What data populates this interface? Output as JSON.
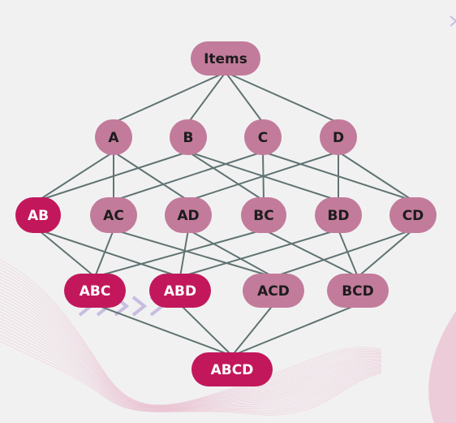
{
  "colors": {
    "background": "#f2f1f2",
    "node_fill": "#c27b9b",
    "highlight_fill": "#c2185b",
    "edge": "#5f7372",
    "decor_wave": "#e8b4c8",
    "decor_chevron": "#c8bde0"
  },
  "nodes": [
    {
      "id": "items",
      "label": "Items",
      "highlight": false
    },
    {
      "id": "A",
      "label": "A",
      "highlight": false
    },
    {
      "id": "B",
      "label": "B",
      "highlight": false
    },
    {
      "id": "C",
      "label": "C",
      "highlight": false
    },
    {
      "id": "D",
      "label": "D",
      "highlight": false
    },
    {
      "id": "AB",
      "label": "AB",
      "highlight": true
    },
    {
      "id": "AC",
      "label": "AC",
      "highlight": false
    },
    {
      "id": "AD",
      "label": "AD",
      "highlight": false
    },
    {
      "id": "BC",
      "label": "BC",
      "highlight": false
    },
    {
      "id": "BD",
      "label": "BD",
      "highlight": false
    },
    {
      "id": "CD",
      "label": "CD",
      "highlight": false
    },
    {
      "id": "ABC",
      "label": "ABC",
      "highlight": true
    },
    {
      "id": "ABD",
      "label": "ABD",
      "highlight": true
    },
    {
      "id": "ACD",
      "label": "ACD",
      "highlight": false
    },
    {
      "id": "BCD",
      "label": "BCD",
      "highlight": false
    },
    {
      "id": "ABCD",
      "label": "ABCD",
      "highlight": true
    }
  ],
  "edges": [
    [
      "items",
      "A"
    ],
    [
      "items",
      "B"
    ],
    [
      "items",
      "C"
    ],
    [
      "items",
      "D"
    ],
    [
      "A",
      "AB"
    ],
    [
      "A",
      "AC"
    ],
    [
      "A",
      "AD"
    ],
    [
      "B",
      "AB"
    ],
    [
      "B",
      "BC"
    ],
    [
      "B",
      "BD"
    ],
    [
      "C",
      "AC"
    ],
    [
      "C",
      "BC"
    ],
    [
      "C",
      "CD"
    ],
    [
      "D",
      "AD"
    ],
    [
      "D",
      "BD"
    ],
    [
      "D",
      "CD"
    ],
    [
      "AB",
      "ABC"
    ],
    [
      "AB",
      "ABD"
    ],
    [
      "AC",
      "ABC"
    ],
    [
      "AC",
      "ACD"
    ],
    [
      "AD",
      "ABD"
    ],
    [
      "AD",
      "ACD"
    ],
    [
      "BC",
      "ABC"
    ],
    [
      "BC",
      "BCD"
    ],
    [
      "BD",
      "ABD"
    ],
    [
      "BD",
      "BCD"
    ],
    [
      "CD",
      "ACD"
    ],
    [
      "CD",
      "BCD"
    ],
    [
      "ABC",
      "ABCD"
    ],
    [
      "ABD",
      "ABCD"
    ],
    [
      "ACD",
      "ABCD"
    ],
    [
      "BCD",
      "ABCD"
    ]
  ]
}
